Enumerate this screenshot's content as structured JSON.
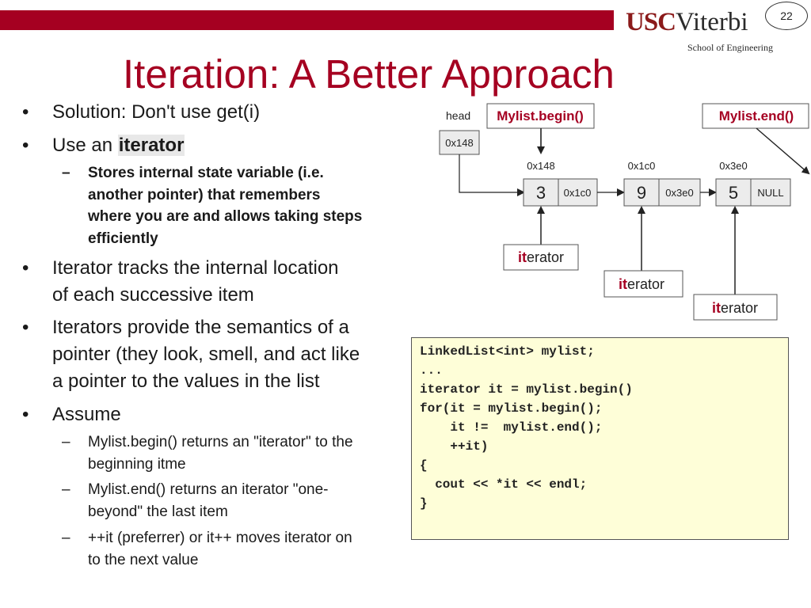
{
  "page_number": "22",
  "logo": {
    "usc": "USC",
    "viterbi": "Viterbi",
    "subtitle": "School of Engineering"
  },
  "title": "Iteration: A Better Approach",
  "bullets": [
    {
      "text": "Solution: Don't use get(i)"
    },
    {
      "prefix": "Use an ",
      "emph": "iterator"
    },
    {
      "sub_bold": [
        "Stores internal state variable (i.e.",
        "another  pointer) that remembers",
        "where you are and allows taking steps",
        "efficiently"
      ]
    },
    {
      "lines": [
        "Iterator tracks the internal location",
        "of each successive item"
      ]
    },
    {
      "lines": [
        "Iterators provide the semantics of a",
        "pointer (they look, smell, and act like",
        "a pointer to the values in the list"
      ]
    },
    {
      "text": "Assume"
    },
    {
      "sub": [
        "Mylist.begin() returns an \"iterator\" to the",
        "beginning itme"
      ]
    },
    {
      "sub": [
        "Mylist.end() returns an iterator \"one-",
        "beyond\" the last item"
      ]
    },
    {
      "sub": [
        "++it (preferrer) or it++ moves iterator on",
        "to the next value"
      ]
    }
  ],
  "bullet_glyph": "•",
  "dash_glyph": "–",
  "diagram": {
    "head_label": "head",
    "head_value": "0x148",
    "begin_label": "Mylist.begin()",
    "end_label": "Mylist.end()",
    "nodes": [
      {
        "addr": "0x148",
        "value": "3",
        "next": "0x1c0"
      },
      {
        "addr": "0x1c0",
        "value": "9",
        "next": "0x3e0"
      },
      {
        "addr": "0x3e0",
        "value": "5",
        "next": "NULL"
      }
    ],
    "iterator_prefix": "it",
    "iterator_suffix": "erator",
    "accent_color": "#a50021"
  },
  "code": [
    "LinkedList<int> mylist;",
    "...",
    "iterator it = mylist.begin()",
    "for(it = mylist.begin();",
    "    it !=  mylist.end();",
    "    ++it)",
    "{",
    "  cout << *it << endl;",
    "}"
  ]
}
